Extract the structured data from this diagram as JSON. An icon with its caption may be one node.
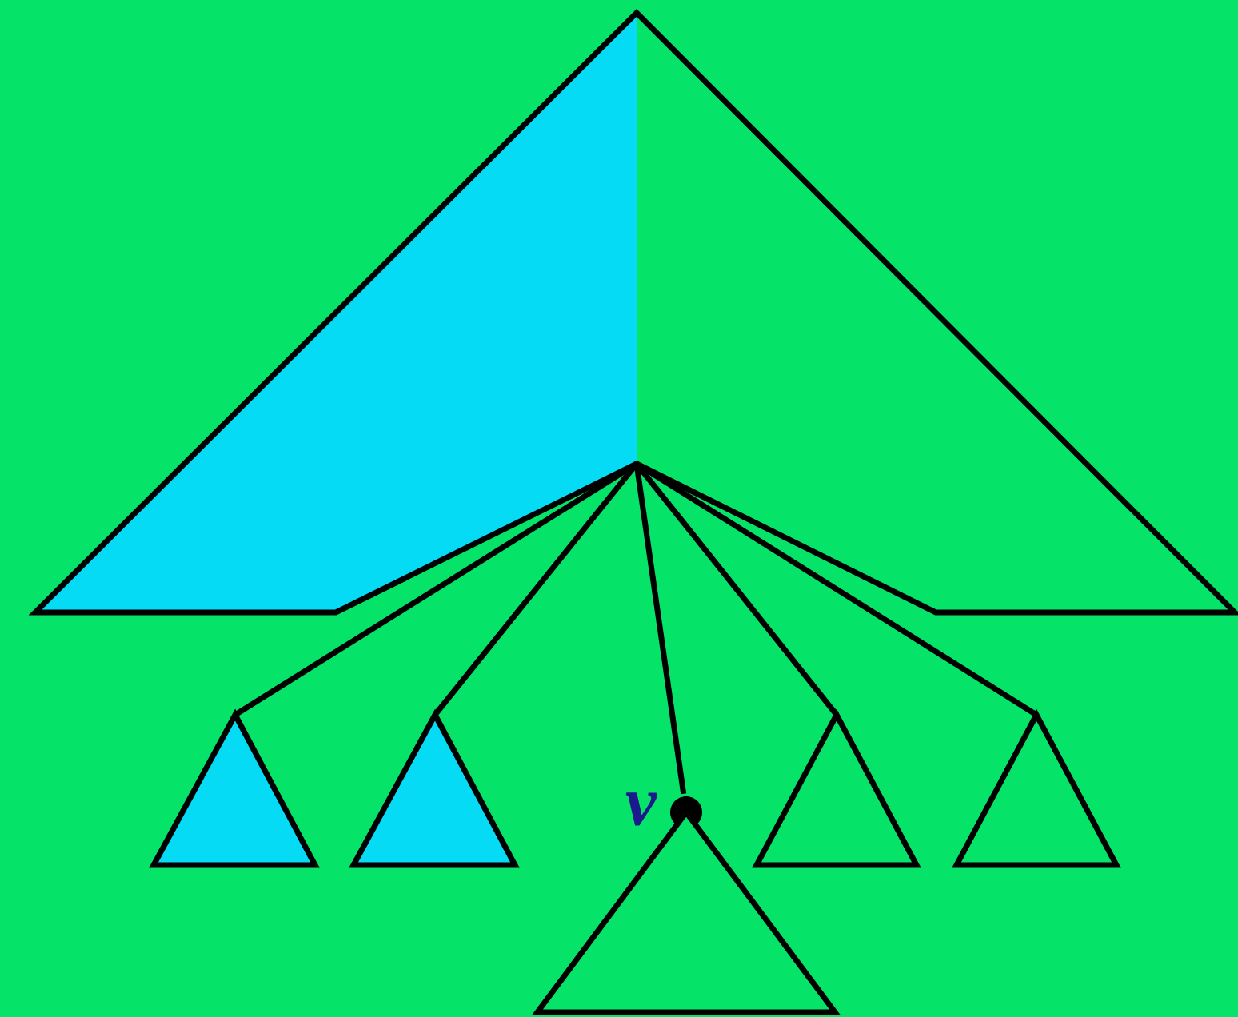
{
  "diagram": {
    "nodes": [
      {
        "text": [],
        "shape": "triangle"
      },
      {
        "text": [],
        "shape": "triangle"
      },
      {
        "text": [],
        "shape": "triangle"
      },
      {
        "text": [],
        "shape": "circle",
        "beside": [
          "v"
        ]
      },
      {
        "text": [],
        "shape": "triangle"
      },
      {
        "text": [],
        "shape": "triangle"
      },
      {
        "text": [],
        "shape": "triangle"
      }
    ],
    "edges": [
      {
        "from": 0,
        "to": 1,
        "arrow": "none"
      },
      {
        "from": 0,
        "to": 2,
        "arrow": "none"
      },
      {
        "from": 0,
        "to": 3,
        "arrow": "none"
      },
      {
        "from": 0,
        "to": 4,
        "arrow": "none"
      },
      {
        "from": 0,
        "to": 5,
        "arrow": "none"
      }
    ]
  }
}
